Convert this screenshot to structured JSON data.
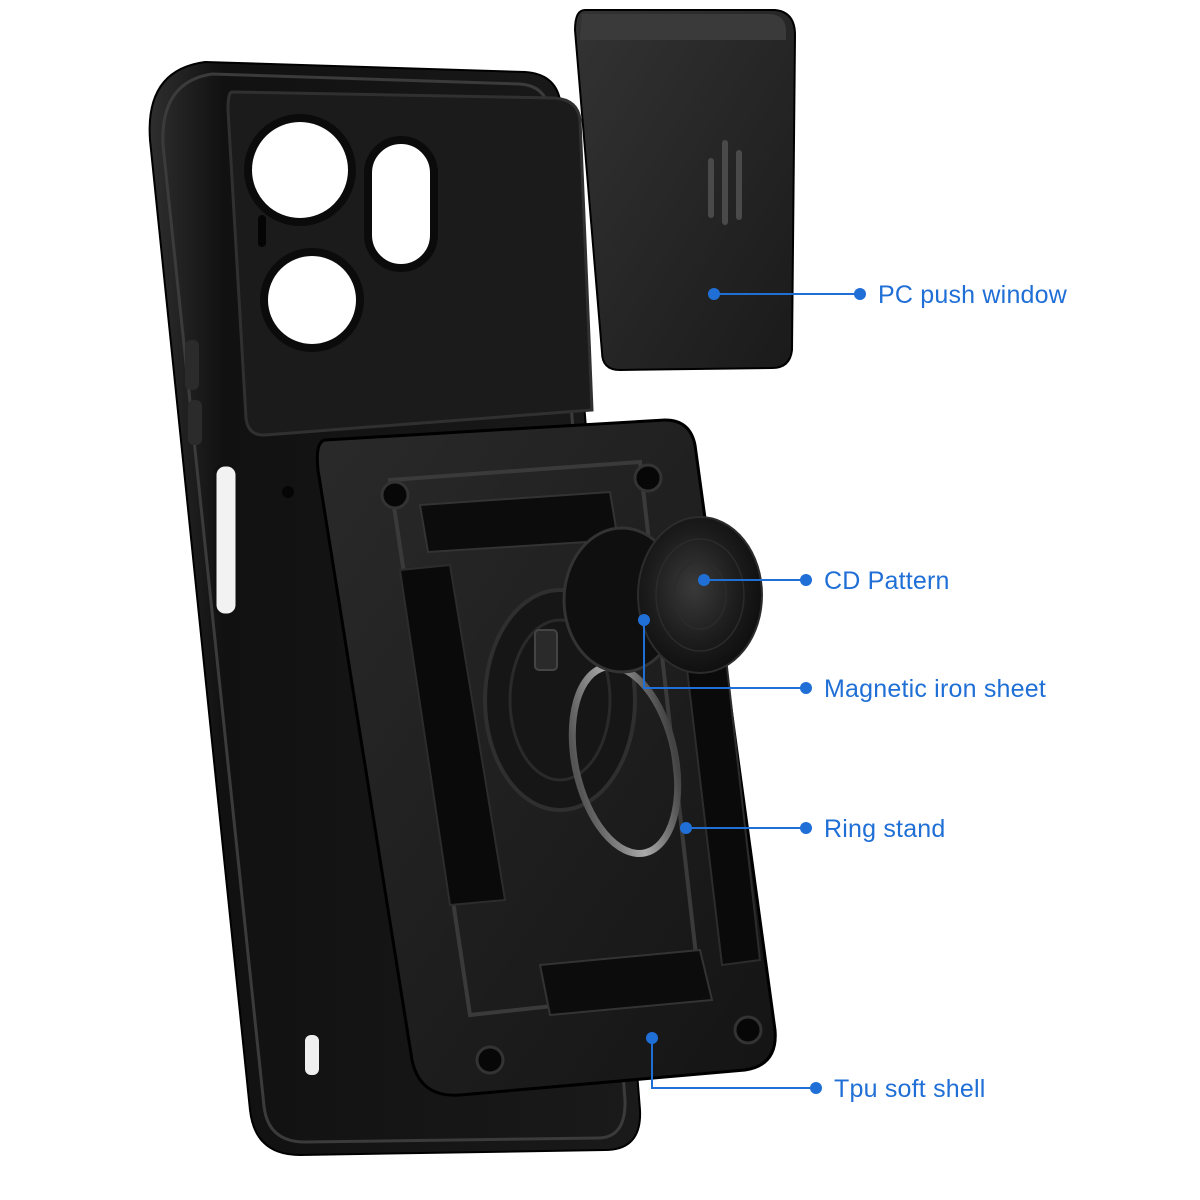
{
  "colors": {
    "accent": "#1f6fd6",
    "case_dark": "#121212",
    "case_mid": "#262626",
    "case_light": "#3c3c3c",
    "background": "#ffffff"
  },
  "callouts": [
    {
      "id": "pc-push-window",
      "label": "PC push window"
    },
    {
      "id": "cd-pattern",
      "label": "CD Pattern"
    },
    {
      "id": "magnetic-iron-sheet",
      "label": "Magnetic iron sheet"
    },
    {
      "id": "ring-stand",
      "label": "Ring stand"
    },
    {
      "id": "tpu-soft-shell",
      "label": "Tpu soft shell"
    }
  ]
}
